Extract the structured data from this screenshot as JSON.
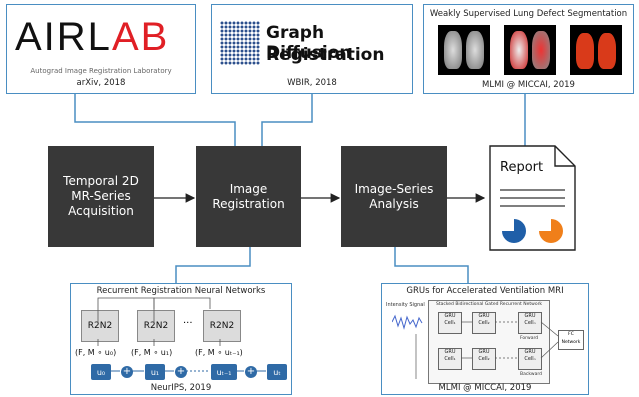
{
  "top_left": {
    "logo_a": "AIRL",
    "logo_b": "AB",
    "subtitle": "Autograd Image Registration Laboratory",
    "venue": "arXiv, 2018"
  },
  "top_mid": {
    "title_line1": "Graph Diffusion",
    "title_line2": "Registration",
    "venue": "WBIR, 2018"
  },
  "top_right": {
    "title": "Weakly Supervised Lung Defect Segmentation",
    "venue": "MLMI @ MICCAI, 2019"
  },
  "pipeline": [
    {
      "label": "Temporal 2D\nMR-Series\nAcquisition"
    },
    {
      "label": "Image\nRegistration"
    },
    {
      "label": "Image-Series\nAnalysis"
    }
  ],
  "report": {
    "label": "Report",
    "colors": [
      "#1f5fa8",
      "#f07f1a"
    ]
  },
  "bottom_left": {
    "title": "Recurrent Registration Neural Networks",
    "cell": "R2N2",
    "inputs": [
      "(F, M ∘ u₀)",
      "(F, M ∘ u₁)",
      "(F, M ∘ uₜ₋₁)"
    ],
    "ellipsis": "···",
    "states": [
      "u₀",
      "u₁",
      "uₜ₋₁",
      "uₜ"
    ],
    "plus": "+",
    "venue": "NeurIPS, 2019"
  },
  "bottom_right": {
    "title": "GRUs for Accelerated Ventilation MRI",
    "intensity_label": "Intensity Signal",
    "network_title": "Stacked Bidirectional Gated Recurrent Network",
    "forward": "Forward",
    "backward": "Backward",
    "gru_cells": [
      "GRU Cell₁",
      "GRU Cell₂",
      "GRU Cellₙ"
    ],
    "fc_label": "FC Network",
    "venue": "MLMI @ MICCAI, 2019"
  },
  "colors": {
    "frame": "#4a8ec2",
    "dark_box": "#383838",
    "accent": "#2f6aa6"
  }
}
